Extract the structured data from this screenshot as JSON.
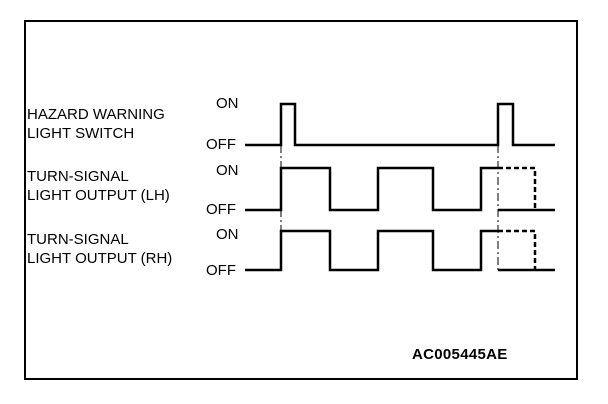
{
  "signals": [
    {
      "label_line1": "HAZARD WARNING",
      "label_line2": "LIGHT SWITCH",
      "on": "ON",
      "off": "OFF"
    },
    {
      "label_line1": "TURN-SIGNAL",
      "label_line2": "LIGHT OUTPUT (LH)",
      "on": "ON",
      "off": "OFF"
    },
    {
      "label_line1": "TURN-SIGNAL",
      "label_line2": "LIGHT OUTPUT (RH)",
      "on": "ON",
      "off": "OFF"
    }
  ],
  "figure_code": "AC005445AE"
}
